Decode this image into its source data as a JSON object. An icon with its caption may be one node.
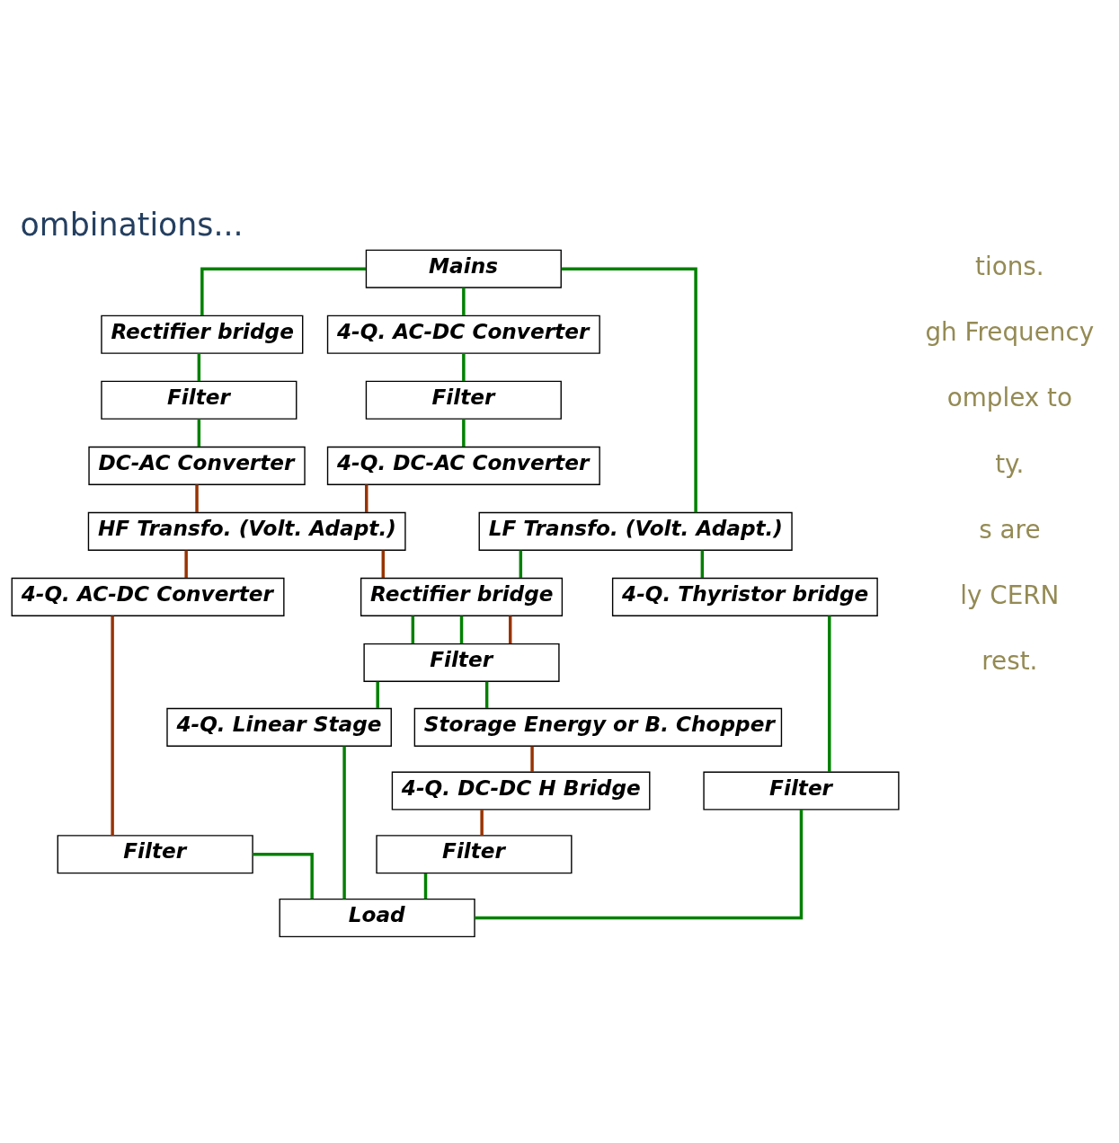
{
  "diagram": {
    "title": "ombinations...",
    "nodes": [
      {
        "text": [
          "Mains"
        ]
      },
      {
        "text": [
          "Rectifier bridge"
        ]
      },
      {
        "text": [
          "4-Q. AC-DC Converter"
        ]
      },
      {
        "text": [
          "Filter"
        ]
      },
      {
        "text": [
          "Filter"
        ]
      },
      {
        "text": [
          "DC-AC Converter"
        ]
      },
      {
        "text": [
          "4-Q. DC-AC Converter"
        ]
      },
      {
        "text": [
          "LF Transfo. (Volt. Adapt.)"
        ]
      },
      {
        "text": [
          "HF Transfo. (Volt. Adapt.)"
        ]
      },
      {
        "text": [
          "4-Q. Thyristor bridge"
        ]
      },
      {
        "text": [
          "Rectifier bridge"
        ]
      },
      {
        "text": [
          "Filter"
        ]
      },
      {
        "text": [
          "Filter"
        ]
      },
      {
        "text": [
          "4-Q. Linear Stage"
        ]
      },
      {
        "text": [
          "Storage Energy or B. Chopper"
        ]
      },
      {
        "text": [
          "4-Q. AC-DC Converter"
        ]
      },
      {
        "text": [
          "4-Q. DC-DC H Bridge"
        ]
      },
      {
        "text": [
          "Filter"
        ]
      },
      {
        "text": [
          "Filter"
        ]
      },
      {
        "text": [
          "Load"
        ]
      }
    ],
    "edges": [
      {
        "from": 0,
        "to": 7,
        "arrow": "none"
      },
      {
        "from": 0,
        "to": 1,
        "arrow": "none"
      },
      {
        "from": 0,
        "to": 2,
        "arrow": "none"
      },
      {
        "from": 1,
        "to": 3,
        "arrow": "none"
      },
      {
        "from": 2,
        "to": 4,
        "arrow": "none"
      },
      {
        "from": 3,
        "to": 5,
        "arrow": "none"
      },
      {
        "from": 4,
        "to": 6,
        "arrow": "none"
      },
      {
        "from": 5,
        "to": 8,
        "arrow": "none",
        "color": "#993300"
      },
      {
        "from": 6,
        "to": 8,
        "arrow": "none",
        "color": "#993300"
      },
      {
        "from": 7,
        "to": 9,
        "arrow": "none"
      },
      {
        "from": 7,
        "to": 10,
        "arrow": "none"
      },
      {
        "from": 8,
        "to": 10,
        "arrow": "none",
        "color": "#993300"
      },
      {
        "from": 8,
        "to": 15,
        "arrow": "none",
        "color": "#993300"
      },
      {
        "from": 9,
        "to": 11,
        "arrow": "none"
      },
      {
        "from": 10,
        "to": 12,
        "arrow": "none"
      },
      {
        "from": 10,
        "to": 12,
        "arrow": "none"
      },
      {
        "from": 10,
        "to": 12,
        "arrow": "none",
        "color": "#993300"
      },
      {
        "from": 12,
        "to": 13,
        "arrow": "none"
      },
      {
        "from": 12,
        "to": 14,
        "arrow": "none"
      },
      {
        "from": 14,
        "to": 16,
        "arrow": "none",
        "color": "#993300"
      },
      {
        "from": 15,
        "to": 17,
        "arrow": "none",
        "color": "#993300"
      },
      {
        "from": 16,
        "to": 18,
        "arrow": "none",
        "color": "#993300"
      },
      {
        "from": 11,
        "to": 19,
        "arrow": "none"
      },
      {
        "from": 13,
        "to": 19,
        "arrow": "none"
      },
      {
        "from": 18,
        "to": 19,
        "arrow": "none"
      },
      {
        "from": 17,
        "to": 19,
        "arrow": "none"
      }
    ],
    "labels": [
      "tions.",
      "gh Frequency",
      "omplex to",
      "ty.",
      "s are",
      "ly CERN",
      "rest."
    ]
  }
}
